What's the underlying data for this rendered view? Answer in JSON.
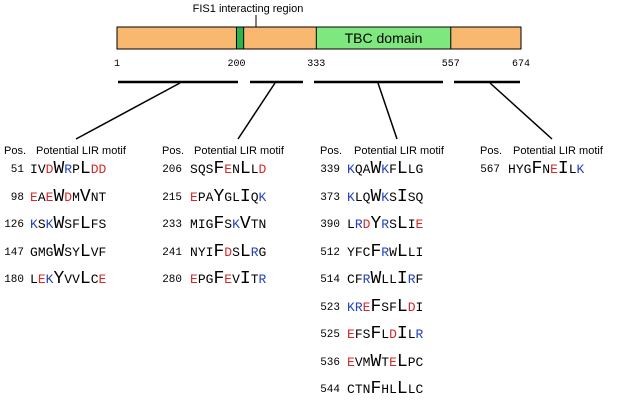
{
  "protein": {
    "region_label": "FIS1 interacting region",
    "domain_label": "TBC domain",
    "length": 674,
    "ticks": [
      1,
      200,
      333,
      557,
      674
    ],
    "segments": [
      {
        "start": 1,
        "end": 200,
        "color": "#f8b870"
      },
      {
        "start": 200,
        "end": 212,
        "color": "#2db34a"
      },
      {
        "start": 212,
        "end": 333,
        "color": "#f8b870"
      },
      {
        "start": 333,
        "end": 557,
        "color": "#7ee87e"
      },
      {
        "start": 557,
        "end": 674,
        "color": "#f8b870"
      }
    ]
  },
  "colors": {
    "acidic": "#d62828",
    "basic": "#1f3fbf",
    "neutral": "#000000"
  },
  "panels": [
    {
      "pos_header": "Pos.",
      "motif_header": "Potential LIR motif",
      "rows": [
        {
          "pos": "51",
          "seq": "IVDWRPLDD"
        },
        {
          "pos": "98",
          "seq": "EAEWDMVNT"
        },
        {
          "pos": "126",
          "seq": "KSKWSFLFS"
        },
        {
          "pos": "147",
          "seq": "GMGWSYLVF"
        },
        {
          "pos": "180",
          "seq": "LEKYVVLCE"
        }
      ]
    },
    {
      "pos_header": "Pos.",
      "motif_header": "Potential LIR motif",
      "rows": [
        {
          "pos": "206",
          "seq": "SQSFENLLD"
        },
        {
          "pos": "215",
          "seq": "EPAYGLIQK"
        },
        {
          "pos": "233",
          "seq": "MIGFSKVTN"
        },
        {
          "pos": "241",
          "seq": "NYIFDSLRG"
        },
        {
          "pos": "280",
          "seq": "EPGFEVITR"
        }
      ]
    },
    {
      "pos_header": "Pos.",
      "motif_header": "Potential LIR motif",
      "rows": [
        {
          "pos": "339",
          "seq": "KQAWKFLLG"
        },
        {
          "pos": "373",
          "seq": "KLQWKSISQ"
        },
        {
          "pos": "390",
          "seq": "LRDYRSLIE"
        },
        {
          "pos": "512",
          "seq": "YFCFRWLLI"
        },
        {
          "pos": "514",
          "seq": "CFRWLLIRF"
        },
        {
          "pos": "523",
          "seq": "KREFSFLDI"
        },
        {
          "pos": "525",
          "seq": "EFSFLDILR"
        },
        {
          "pos": "536",
          "seq": "EVMWTELPC"
        },
        {
          "pos": "544",
          "seq": "CTNFHLLLC"
        }
      ]
    },
    {
      "pos_header": "Pos.",
      "motif_header": "Potential LIR motif",
      "rows": [
        {
          "pos": "567",
          "seq": "HYGFNEILK"
        }
      ]
    }
  ]
}
